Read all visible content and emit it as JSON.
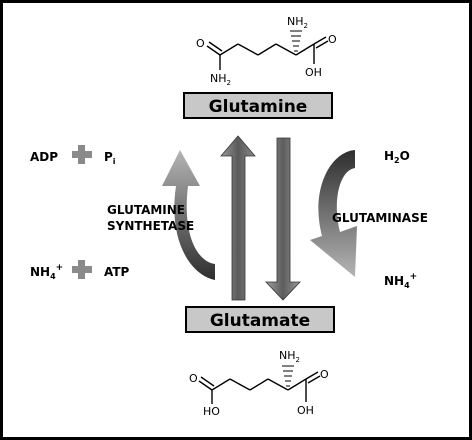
{
  "top_molecule": {
    "amine_label": "NH",
    "amine_sub": "2",
    "left_o": "O",
    "left_amide_n": "NH",
    "left_amide_sub": "2",
    "right_o": "O",
    "right_oh": "OH"
  },
  "bottom_molecule": {
    "amine_label": "NH",
    "amine_sub": "2",
    "left_o": "O",
    "left_oh": "HO",
    "right_o": "O",
    "right_oh": "OH"
  },
  "box_top": "Glutamine",
  "box_bottom": "Glutamate",
  "left": {
    "adp": "ADP",
    "pi": "P",
    "pi_sub": "i",
    "enzyme_line1": "GLUTAMINE",
    "enzyme_line2": "SYNTHETASE",
    "nh4": "NH",
    "nh4_sub": "4",
    "nh4_sup": "+",
    "atp": "ATP"
  },
  "right": {
    "h2o": "H",
    "h2o_sub": "2",
    "h2o_o": "O",
    "enzyme": "GLUTAMINASE",
    "nh4": "NH",
    "nh4_sub": "4",
    "nh4_sup": "+"
  },
  "colors": {
    "box_fill": "#c8c8c8",
    "arrow_dark": "#4a4a4a",
    "arrow_light": "#bdbdbd",
    "plus": "#8a8a8a"
  }
}
